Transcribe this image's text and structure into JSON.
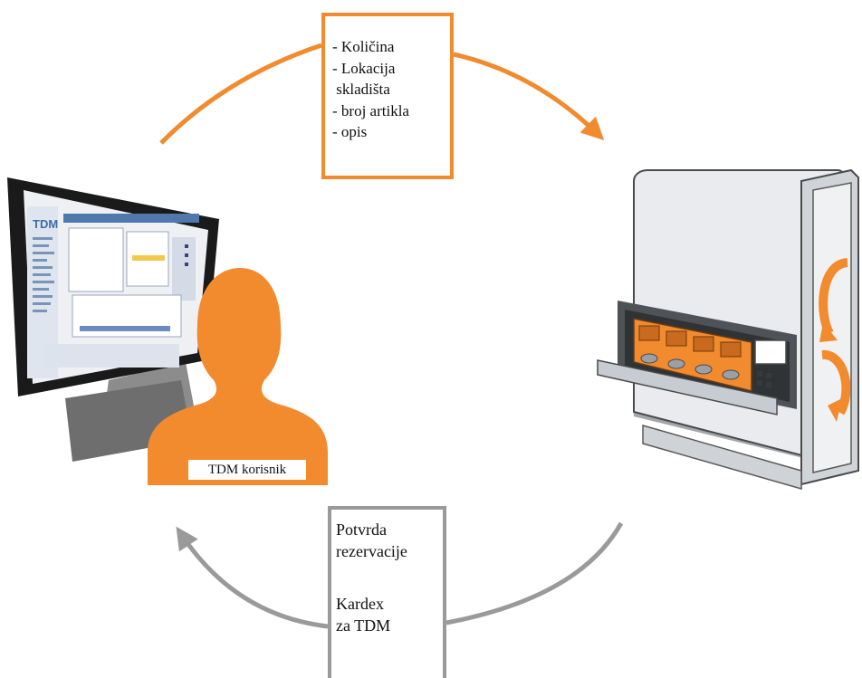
{
  "top_box": {
    "lines": [
      "- Količina",
      "- Lokacija",
      " skladišta",
      "- broj artikla",
      "- opis"
    ]
  },
  "bottom_box": {
    "line1": "Potvrda",
    "line2": "rezervacije",
    "line3": "Kardex",
    "line4": "za TDM"
  },
  "user": {
    "label": "TDM korisnik"
  },
  "monitor": {
    "logo": "TDM"
  },
  "colors": {
    "orange": "#f28a2e",
    "gray_arrow": "#9a9a9a"
  },
  "icons": {
    "computer": "desktop-monitor-icon",
    "user": "person-silhouette-icon",
    "machine": "kardex-storage-machine-icon",
    "rotate": "rotate-arrows-icon"
  }
}
